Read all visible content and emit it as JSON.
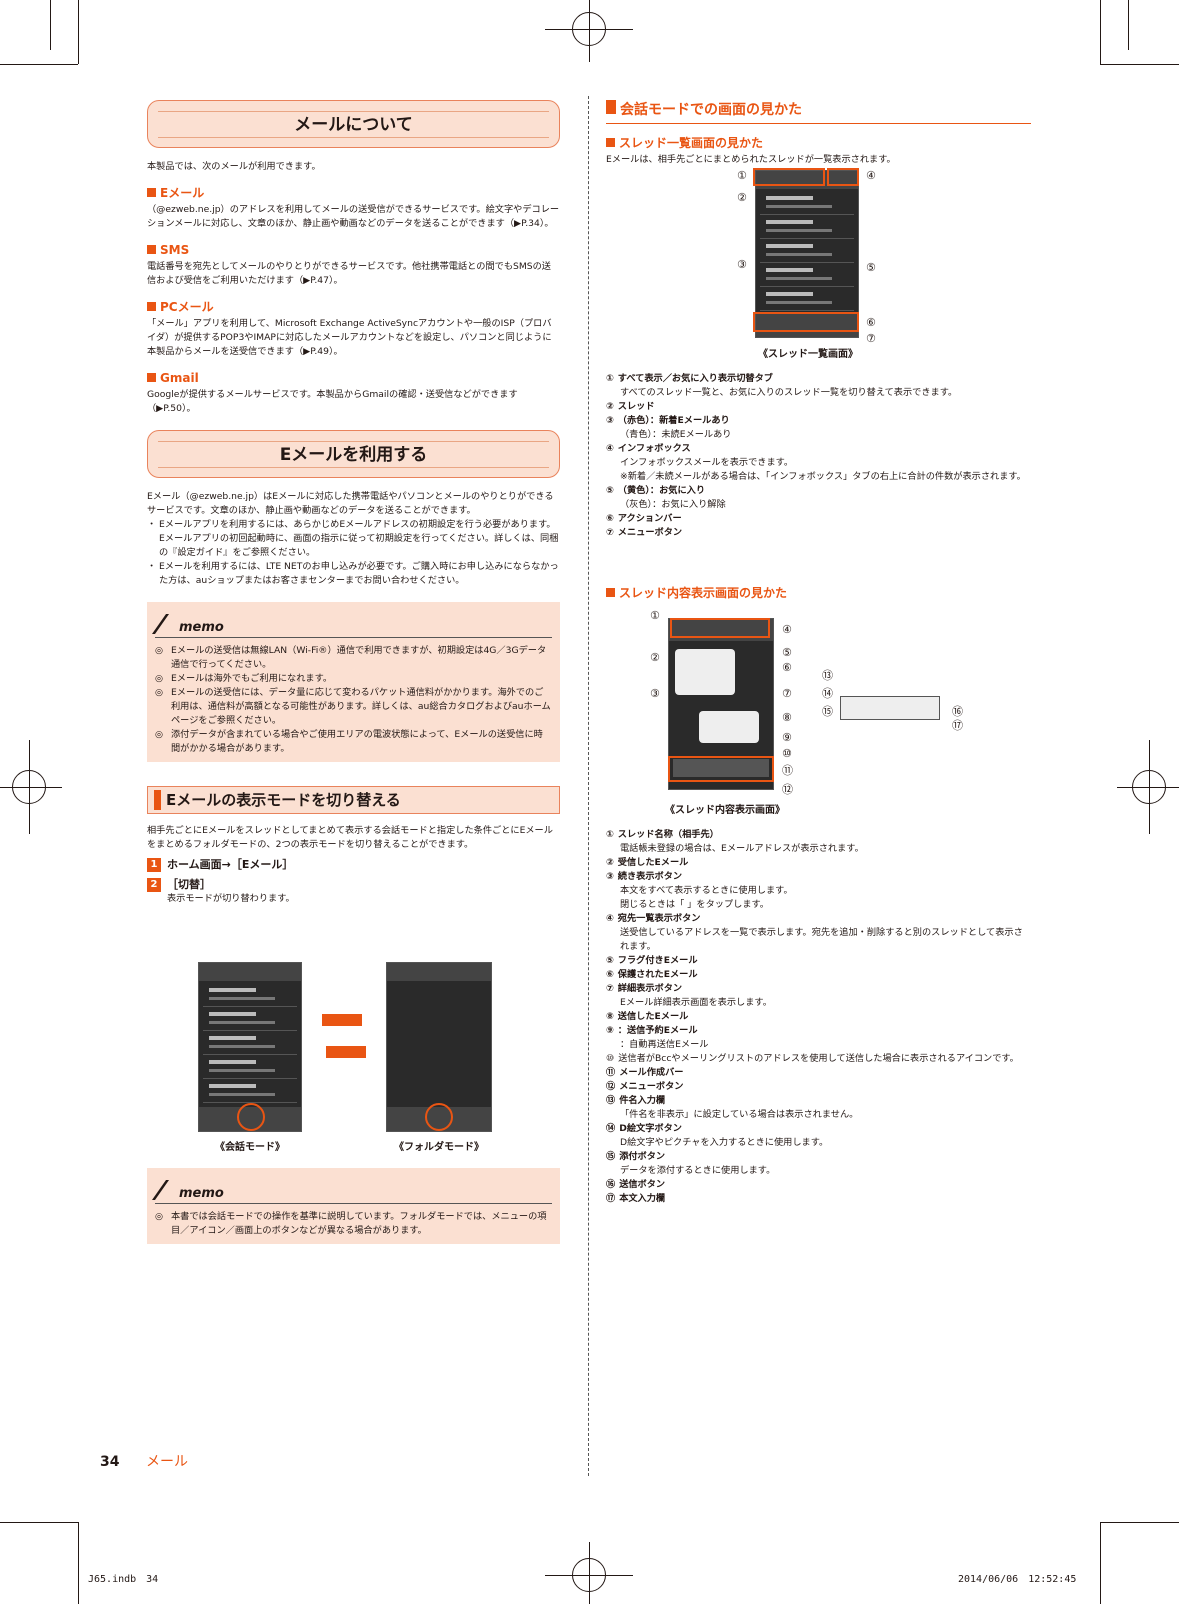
{
  "section1": {
    "title": "メールについて",
    "intro": "本製品では、次のメールが利用できます。",
    "subs": [
      {
        "head": "Eメール",
        "body": "（@ezweb.ne.jp）のアドレスを利用してメールの送受信ができるサービスです。絵文字やデコレーションメールに対応し、文章のほか、静止画や動画などのデータを送ることができます（▶P.34）。"
      },
      {
        "head": "SMS",
        "body": "電話番号を宛先としてメールのやりとりができるサービスです。他社携帯電話との間でもSMSの送信および受信をご利用いただけます（▶P.47）。"
      },
      {
        "head": "PCメール",
        "body": "「メール」アプリを利用して、Microsoft Exchange ActiveSyncアカウントや一般のISP（プロバイダ）が提供するPOP3やIMAPに対応したメールアカウントなどを設定し、パソコンと同じように本製品からメールを送受信できます（▶P.49）。"
      },
      {
        "head": "Gmail",
        "body": "Googleが提供するメールサービスです。本製品からGmailの確認・送受信などができます（▶P.50）。"
      }
    ]
  },
  "section2": {
    "title": "Eメールを利用する",
    "body": "Eメール（@ezweb.ne.jp）はEメールに対応した携帯電話やパソコンとメールのやりとりができるサービスです。文章のほか、静止画や動画などのデータを送ることができます。",
    "bullets": [
      "Eメールアプリを利用するには、あらかじめEメールアドレスの初期設定を行う必要があります。Eメールアプリの初回起動時に、画面の指示に従って初期設定を行ってください。詳しくは、同梱の『設定ガイド』をご参照ください。",
      "Eメールを利用するには、LTE NETのお申し込みが必要です。ご購入時にお申し込みにならなかった方は、auショップまたはお客さまセンターまでお問い合わせください。"
    ]
  },
  "memo1": {
    "label": "memo",
    "items": [
      "Eメールの送受信は無線LAN（Wi-Fi®）通信で利用できますが、初期設定は4G／3Gデータ通信で行ってください。",
      "Eメールは海外でもご利用になれます。",
      "Eメールの送受信には、データ量に応じて変わるパケット通信料がかかります。海外でのご利用は、通信料が高額となる可能性があります。詳しくは、au総合カタログおよびauホームページをご参照ください。",
      "添付データが含まれている場合やご使用エリアの電波状態によって、Eメールの送受信に時間がかかる場合があります。"
    ]
  },
  "section3": {
    "title": "Eメールの表示モードを切り替える",
    "body": "相手先ごとにEメールをスレッドとしてまとめて表示する会話モードと指定した条件ごとにEメールをまとめるフォルダモードの、2つの表示モードを切り替えることができます。",
    "steps": [
      {
        "num": "1",
        "text": "ホーム画面→［Eメール］"
      },
      {
        "num": "2",
        "text": "［切替］",
        "desc": "表示モードが切り替わります。"
      }
    ],
    "captions": [
      "《会話モード》",
      "《フォルダモード》"
    ]
  },
  "memo2": {
    "label": "memo",
    "items": [
      "本書では会話モードでの操作を基準に説明しています。フォルダモードでは、メニューの項目／アイコン／画面上のボタンなどが異なる場合があります。"
    ]
  },
  "right": {
    "title": "会話モードでの画面の見かた",
    "sub1": {
      "head": "スレッド一覧画面の見かた",
      "intro": "Eメールは、相手先ごとにまとめられたスレッドが一覧表示されます。",
      "caption": "《スレッド一覧画面》",
      "items": [
        {
          "n": "①",
          "h": "すべて表示／お気に入り表示切替タブ",
          "d": [
            "すべてのスレッド一覧と、お気に入りのスレッド一覧を切り替えて表示できます。"
          ]
        },
        {
          "n": "②",
          "h": "スレッド",
          "d": []
        },
        {
          "n": "③",
          "h": "（赤色）：新着Eメールあり",
          "d": [
            "（青色）：未読Eメールあり"
          ]
        },
        {
          "n": "④",
          "h": "インフォボックス",
          "d": [
            "インフォボックスメールを表示できます。",
            "※新着／未読メールがある場合は、「インフォボックス」タブの右上に合計の件数が表示されます。"
          ]
        },
        {
          "n": "⑤",
          "h": "（黄色）：お気に入り",
          "d": [
            "（灰色）：お気に入り解除"
          ]
        },
        {
          "n": "⑥",
          "h": "アクションバー",
          "d": []
        },
        {
          "n": "⑦",
          "h": "メニューボタン",
          "d": []
        }
      ]
    },
    "sub2": {
      "head": "スレッド内容表示画面の見かた",
      "caption": "《スレッド内容表示画面》",
      "items": [
        {
          "n": "①",
          "h": "スレッド名称（相手先）",
          "d": [
            "電話帳未登録の場合は、Eメールアドレスが表示されます。"
          ]
        },
        {
          "n": "②",
          "h": "受信したEメール",
          "d": []
        },
        {
          "n": "③",
          "h": "続き表示ボタン",
          "d": [
            "本文をすべて表示するときに使用します。",
            "閉じるときは「 」をタップします。"
          ]
        },
        {
          "n": "④",
          "h": "宛先一覧表示ボタン",
          "d": [
            "送受信しているアドレスを一覧で表示します。宛先を追加・削除すると別のスレッドとして表示されます。"
          ]
        },
        {
          "n": "⑤",
          "h": "フラグ付きEメール",
          "d": []
        },
        {
          "n": "⑥",
          "h": "保護されたEメール",
          "d": []
        },
        {
          "n": "⑦",
          "h": "詳細表示ボタン",
          "d": [
            "Eメール詳細表示画面を表示します。"
          ]
        },
        {
          "n": "⑧",
          "h": "送信したEメール",
          "d": []
        },
        {
          "n": "⑨",
          "h": "：送信予約Eメール",
          "d": [
            "：自動再送信Eメール"
          ]
        },
        {
          "n": "⑩",
          "h": "送信者がBccやメーリングリストのアドレスを使用して送信した場合に表示されるアイコンです。",
          "d": [],
          "plain": true
        },
        {
          "n": "⑪",
          "h": "メール作成バー",
          "d": []
        },
        {
          "n": "⑫",
          "h": "メニューボタン",
          "d": []
        },
        {
          "n": "⑬",
          "h": "件名入力欄",
          "d": [
            "「件名を非表示」に設定している場合は表示されません。"
          ]
        },
        {
          "n": "⑭",
          "h": "D絵文字ボタン",
          "d": [
            "D絵文字やピクチャを入力するときに使用します。"
          ]
        },
        {
          "n": "⑮",
          "h": "添付ボタン",
          "d": [
            "データを添付するときに使用します。"
          ]
        },
        {
          "n": "⑯",
          "h": "送信ボタン",
          "d": []
        },
        {
          "n": "⑰",
          "h": "本文入力欄",
          "d": []
        }
      ]
    }
  },
  "footer": {
    "page": "34",
    "section": "メール",
    "file": "J65.indb　34",
    "date": "2014/06/06　12:52:45"
  },
  "colors": {
    "accent": "#e95513",
    "pale": "#fbe0d2"
  }
}
